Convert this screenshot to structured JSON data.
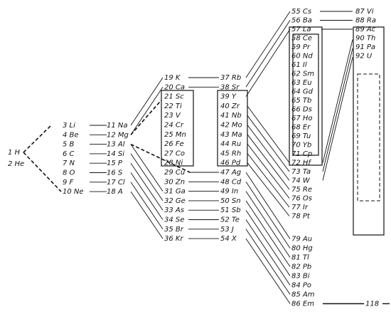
{
  "diagram": {
    "col0": [
      "1 H",
      "2 He"
    ],
    "col1": [
      "3 Li",
      "4 Be",
      "5 B",
      "6 C",
      "7 N",
      "8 O",
      "9 F",
      "10 Ne"
    ],
    "col2": [
      "11 Na",
      "12 Mg",
      "13 Al",
      "14 Si",
      "15 P",
      "16 S",
      "17 Cl",
      "18 A"
    ],
    "col3": [
      "19 K",
      "20 Ca",
      "21 Sc",
      "22 Ti",
      "23 V",
      "24 Cr",
      "25 Mn",
      "26 Fe",
      "27 Co",
      "28 Ni",
      "29 Cu",
      "30 Zn",
      "31 Ga",
      "32 Ge",
      "33 As",
      "34 Se",
      "35 Br",
      "36 Kr"
    ],
    "col4": [
      "37 Rb",
      "38 Sr",
      "39 Y",
      "40 Zr",
      "41 Nb",
      "42 Mo",
      "43 Ma",
      "44 Ru",
      "45 Rh",
      "46 Pd",
      "47 Ag",
      "48 Cd",
      "49 In",
      "50 Sn",
      "51 Sb",
      "52 Te",
      "53 J",
      "54 X"
    ],
    "col5": [
      "55 Cs",
      "56 Ba",
      "57 La",
      "58 Ce",
      "59 Pr",
      "60 Nd",
      "61 Il",
      "62 Sm",
      "63 Eu",
      "64 Gd",
      "65 Tb",
      "66 Ds",
      "67 Ho",
      "68 Er",
      "69 Tu",
      "70 Yb",
      "71 Cp",
      "72 Hf",
      "73 Ta",
      "74 W",
      "75 Re",
      "76 Os",
      "77 Ir",
      "78 Pt",
      "79 Au",
      "80 Hg",
      "81 Tl",
      "82 Pb",
      "83 Bi",
      "84 Po",
      "85 Am",
      "86 Em"
    ],
    "col6": [
      "87 Vi",
      "88 Ra",
      "89 Ac",
      "90 Th",
      "91 Pa",
      "92 U"
    ],
    "terminal": "118"
  }
}
